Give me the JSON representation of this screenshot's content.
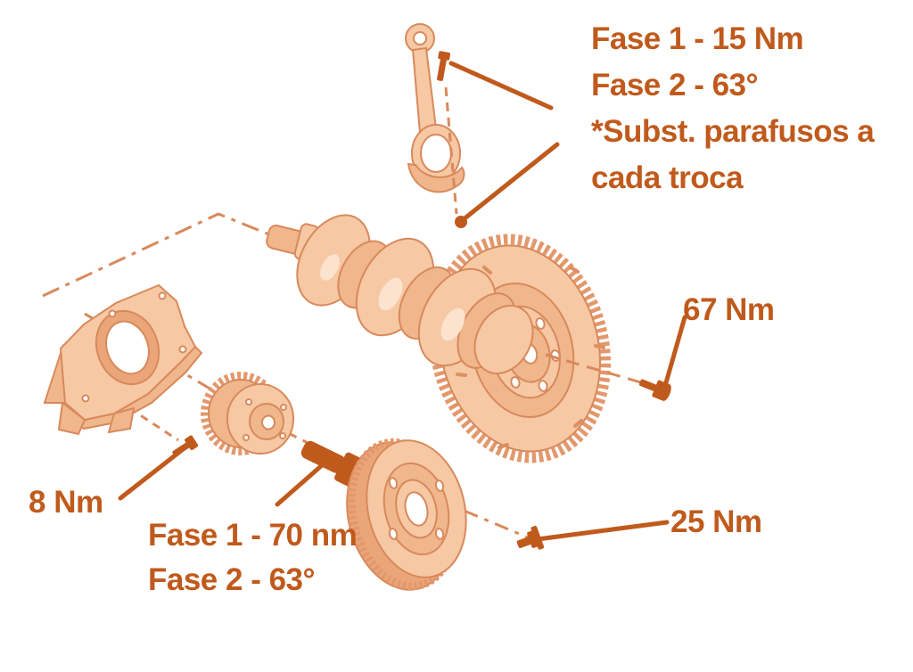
{
  "colors": {
    "accent": "#C05A1C",
    "part_fill": "#F6C8A4",
    "part_fill_mid": "#F0B68C",
    "part_shade": "#EAA678",
    "part_outline": "#D8895B",
    "background": "#FFFFFF"
  },
  "labels": {
    "conrod_bolts": {
      "line1": "Fase 1 - 15 Nm",
      "line2": "Fase 2 - 63°",
      "line3": "*Subst. parafusos a",
      "line4": "cada troca"
    },
    "flywheel_bolts": "67 Nm",
    "seal_housing_bolt": "8 Nm",
    "crank_pulley_bolt": {
      "line1": "Fase 1 - 70 nm",
      "line2": "Fase 2 - 63°"
    },
    "pulley_bolts": "25 Nm"
  }
}
